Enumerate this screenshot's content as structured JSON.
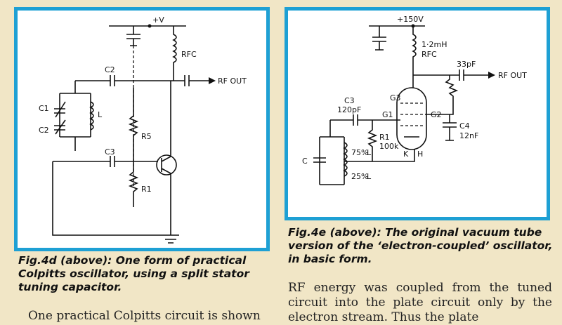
{
  "fig4d": {
    "labels": {
      "supply": "+V",
      "rfc": "RFC",
      "c2_top": "C2",
      "rf_out": "RF OUT",
      "c1": "C1",
      "l": "L",
      "c2_left": "C2",
      "r5": "R5",
      "c3": "C3",
      "r1": "R1"
    },
    "caption": "Fig.4d (above): One form of practical Colpitts oscillator, using a split stator tuning capacitor."
  },
  "fig4e": {
    "labels": {
      "supply": "+150V",
      "rfc_value": "1·2mH",
      "rfc": "RFC",
      "c_out": "33pF",
      "rf_out": "RF OUT",
      "c3": "C3",
      "c3_value": "120pF",
      "g3": "G3",
      "g1": "G1",
      "g2": "G2",
      "r1": "R1",
      "r1_value": "100k",
      "k": "K",
      "h": "H",
      "c4": "C4",
      "c4_value": "12nF",
      "c": "C",
      "tap_top": "75%",
      "tap_l": "L",
      "tap_bottom": "25%",
      "tap_bottom_l": "L"
    },
    "caption": "Fig.4e (above): The original vacuum tube version of the ‘electron-coupled’ oscillator, in basic form."
  },
  "body": {
    "right_text": "RF energy was coupled from the tuned circuit into the plate circuit only by the electron stream. Thus the plate",
    "left_text": "One practical Colpitts circuit is shown"
  }
}
